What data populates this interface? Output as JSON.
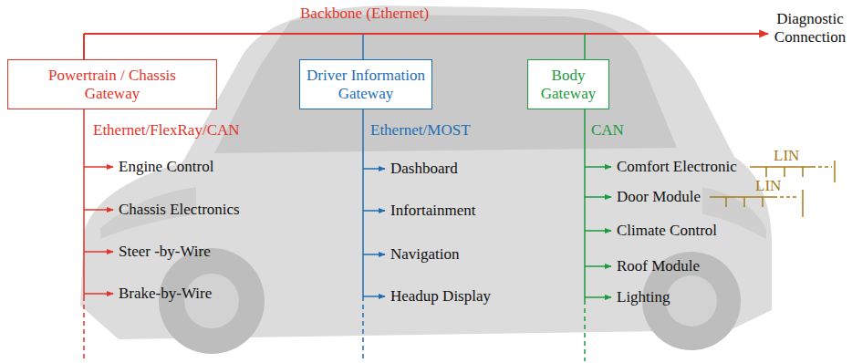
{
  "diagram": {
    "nodes": [
      {
        "text": [
          "Powertrain / Chassis Gateway"
        ]
      },
      {
        "text": [
          "Driver Information Gateway"
        ]
      },
      {
        "text": [
          "Body Gateway"
        ]
      }
    ],
    "labels": [
      "Backbone (Ethernet)",
      "Diagnostic Connection",
      "Ethernet/FlexRay/CAN",
      "Engine Control",
      "Chassis Electronics",
      "Steer -by-Wire",
      "Brake-by-Wire",
      "Ethernet/MOST",
      "Dashboard",
      "Infortainment",
      "Navigation",
      "Headup Display",
      "CAN",
      "Comfort Electronic",
      "Door Module",
      "Climate Control",
      "Roof Module",
      "Lighting",
      "LIN",
      "LIN"
    ]
  }
}
